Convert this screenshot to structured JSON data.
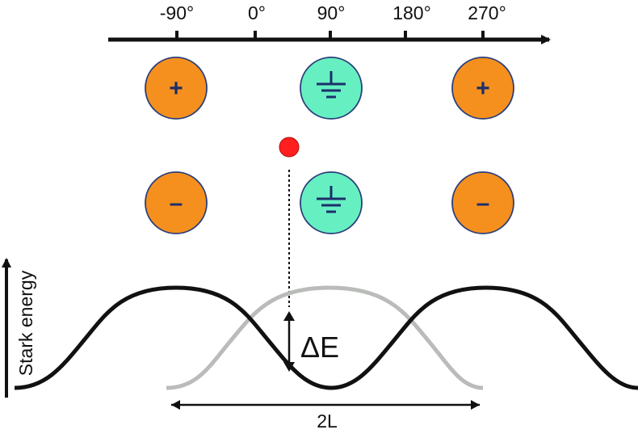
{
  "axis": {
    "ticks": [
      "-90°",
      "0°",
      "90°",
      "180°",
      "270°"
    ]
  },
  "electrodes": {
    "positive_sign": "+",
    "negative_sign": "–"
  },
  "labels": {
    "delta_e": "ΔE",
    "two_l": "2L",
    "stark_energy": "Stark energy"
  },
  "colors": {
    "charged_electrode": "#f5901e",
    "ground_electrode": "#66f0c2",
    "electrode_outline": "#2b3e7a",
    "molecule": "#ff1f1f",
    "curve_black": "#111111",
    "curve_gray": "#b9bcb8"
  },
  "icons": {
    "ground": "ground-icon",
    "molecule": "molecule-dot"
  }
}
